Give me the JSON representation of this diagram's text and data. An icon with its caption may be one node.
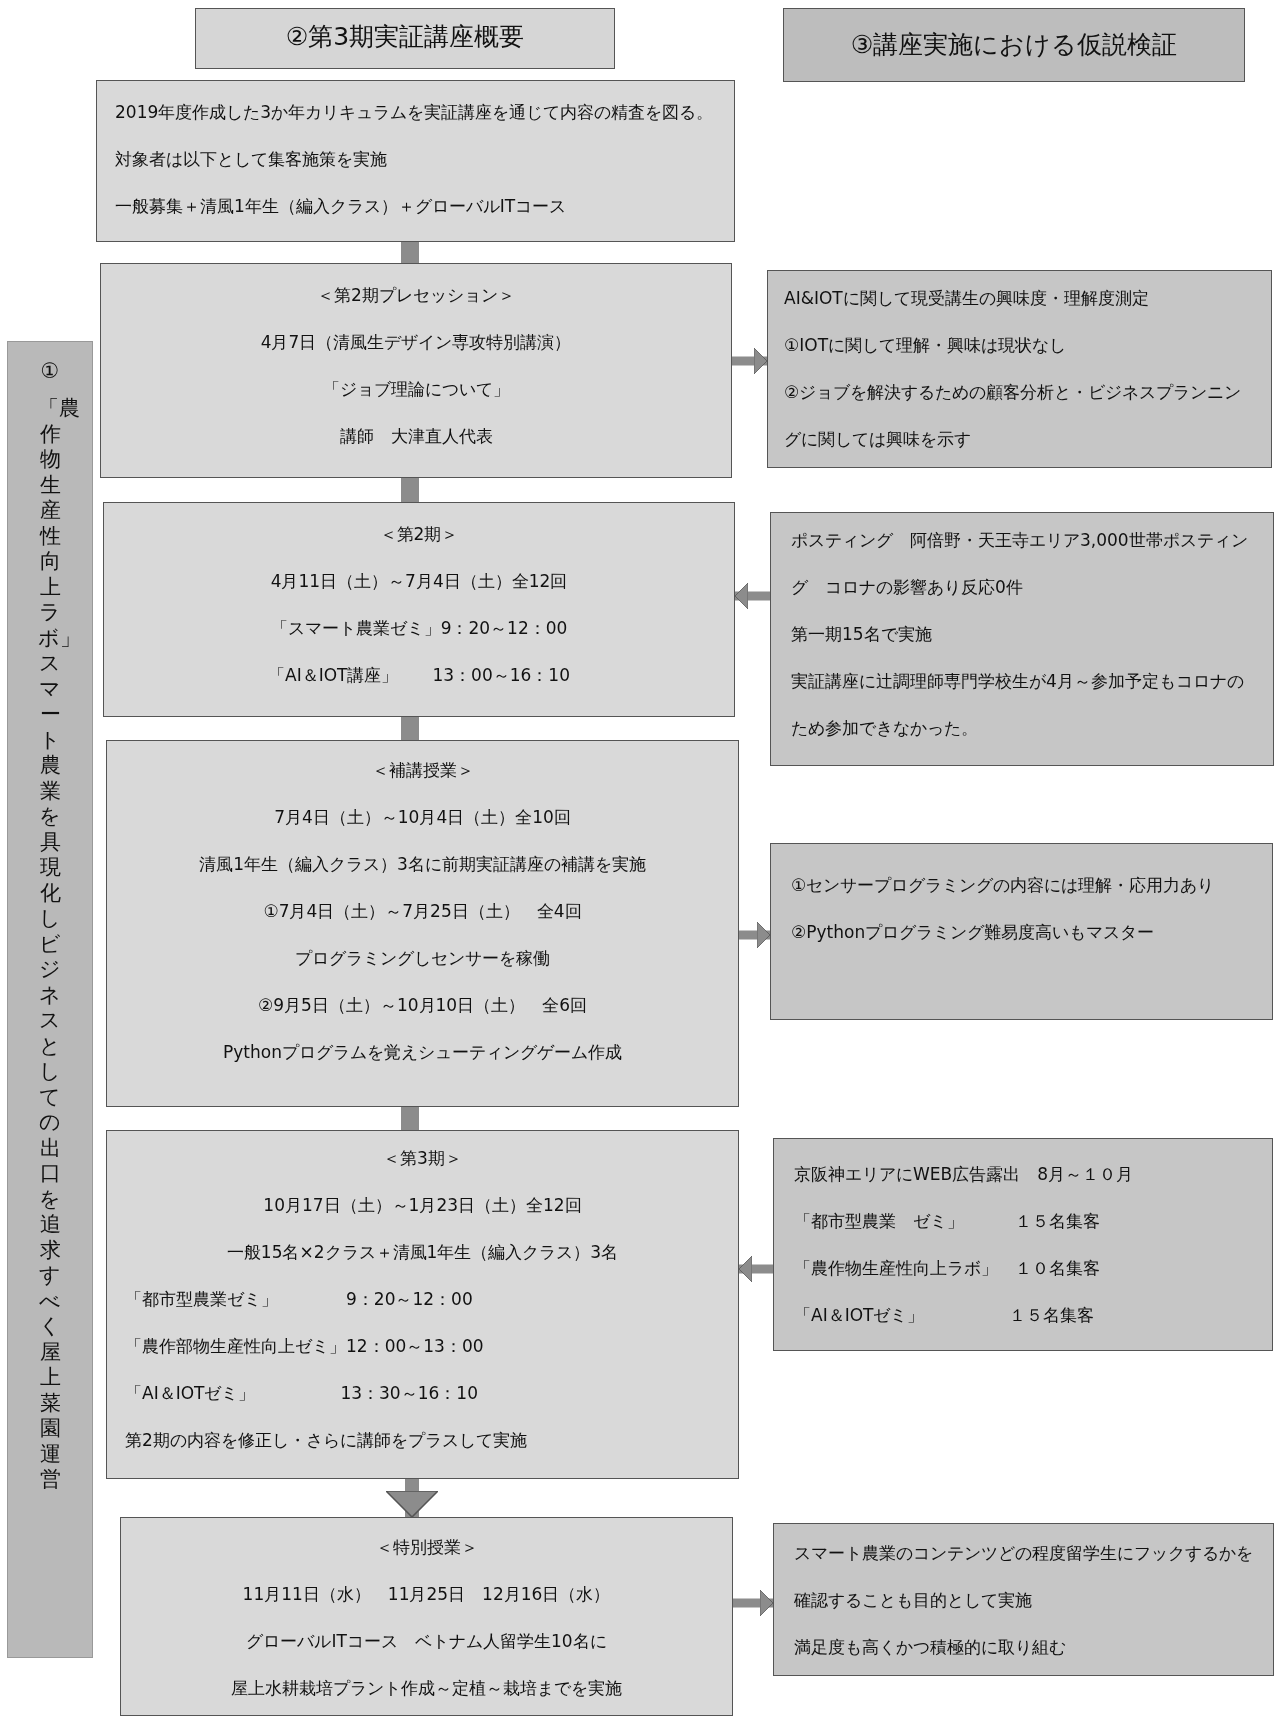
{
  "diagram": {
    "nodes": [
      {
        "text": [
          "②第3期実証講座概要"
        ]
      },
      {
        "text": [
          "③講座実施における仮説検証"
        ]
      },
      {
        "text": [
          "①",
          "「農作物生産性向上ラボ」スマート農業を具現化しビジネスとしての出口を追求すべく屋上菜園運営"
        ]
      },
      {
        "text": [
          "2019年度作成した3か年カリキュラムを実証講座を通じて内容の精査を図る。対象者は以下として集客施策を実施",
          "一般募集＋清風1年生（編入クラス）＋グローバルITコース"
        ]
      },
      {
        "text": [
          "＜第2期プレセッション＞",
          "4月7日（清風生デザイン専攻特別講演）",
          "「ジョブ理論について」",
          "講師　大津直人代表"
        ]
      },
      {
        "text": [
          "＜第2期＞",
          "4月11日（土）～7月4日（土）全12回",
          "「スマート農業ゼミ」9：20～12：00",
          "「AI＆IOT講座」　　13：00～16：10"
        ]
      },
      {
        "text": [
          "＜補講授業＞",
          "7月4日（土）～10月4日（土）全10回",
          "清風1年生（編入クラス）3名に前期実証講座の補講を実施",
          "①7月4日（土）～7月25日（土）　全4回",
          "プログラミングしセンサーを稼働",
          "②9月5日（土）～10月10日（土）　全6回",
          "Pythonプログラムを覚えシューティングゲーム作成"
        ]
      },
      {
        "text": [
          "＜第3期＞",
          "10月17日（土）～1月23日（土）全12回",
          "一般15名×2クラス＋清風1年生（編入クラス）3名",
          "「都市型農業ゼミ」　　　　9：20～12：00",
          "「農作部物生産性向上ゼミ」12：00～13：00",
          "「AI＆IOTゼミ」　　　　　13：30～16：10",
          "第2期の内容を修正し・さらに講師をプラスして実施"
        ]
      },
      {
        "text": [
          "＜特別授業＞",
          "11月11日（水）　11月25日　12月16日（水）",
          "グローバルITコース　ベトナム人留学生10名に",
          "屋上水耕栽培プラント作成～定植～栽培までを実施"
        ]
      },
      {
        "text": [
          "AI&IOTに関して現受講生の興味度・理解度測定",
          "①IOTに関して理解・興味は現状なし",
          "②ジョブを解決するための顧客分析と・ビジネスプランニングに関しては興味を示す"
        ]
      },
      {
        "text": [
          "ポスティング　阿倍野・天王寺エリア3,000世帯ポスティング　コロナの影響あり反応0件",
          "第一期15名で実施",
          "実証講座に辻調理師専門学校生が4月～参加予定もコロナのため参加できなかった。"
        ]
      },
      {
        "text": [
          "①センサープログラミングの内容には理解・応用力あり",
          "②Pythonプログラミング難易度高いもマスター"
        ]
      },
      {
        "text": [
          "京阪神エリアにWEB広告露出　8月～１０月",
          "「都市型農業　ゼミ」　　　１５名集客",
          "「農作物生産性向上ラボ」　１０名集客",
          "「AI＆IOTゼミ」　　　　　１５名集客"
        ]
      },
      {
        "text": [
          "スマート農業のコンテンツどの程度留学生にフックするかを確認することも目的として実施",
          "満足度も高くかつ積極的に取り組む"
        ]
      }
    ],
    "edges": [
      {
        "from": 3,
        "to": 4,
        "arrow": "none",
        "style": "thick"
      },
      {
        "from": 4,
        "to": 5,
        "arrow": "none",
        "style": "thick"
      },
      {
        "from": 5,
        "to": 6,
        "arrow": "none",
        "style": "thick"
      },
      {
        "from": 6,
        "to": 7,
        "arrow": "none",
        "style": "thick"
      },
      {
        "from": 7,
        "to": 8,
        "arrow": "to"
      },
      {
        "from": 4,
        "to": 9,
        "arrow": "to"
      },
      {
        "from": 10,
        "to": 5,
        "arrow": "to"
      },
      {
        "from": 6,
        "to": 11,
        "arrow": "to"
      },
      {
        "from": 12,
        "to": 7,
        "arrow": "to"
      },
      {
        "from": 8,
        "to": 13,
        "arrow": "to"
      }
    ]
  }
}
